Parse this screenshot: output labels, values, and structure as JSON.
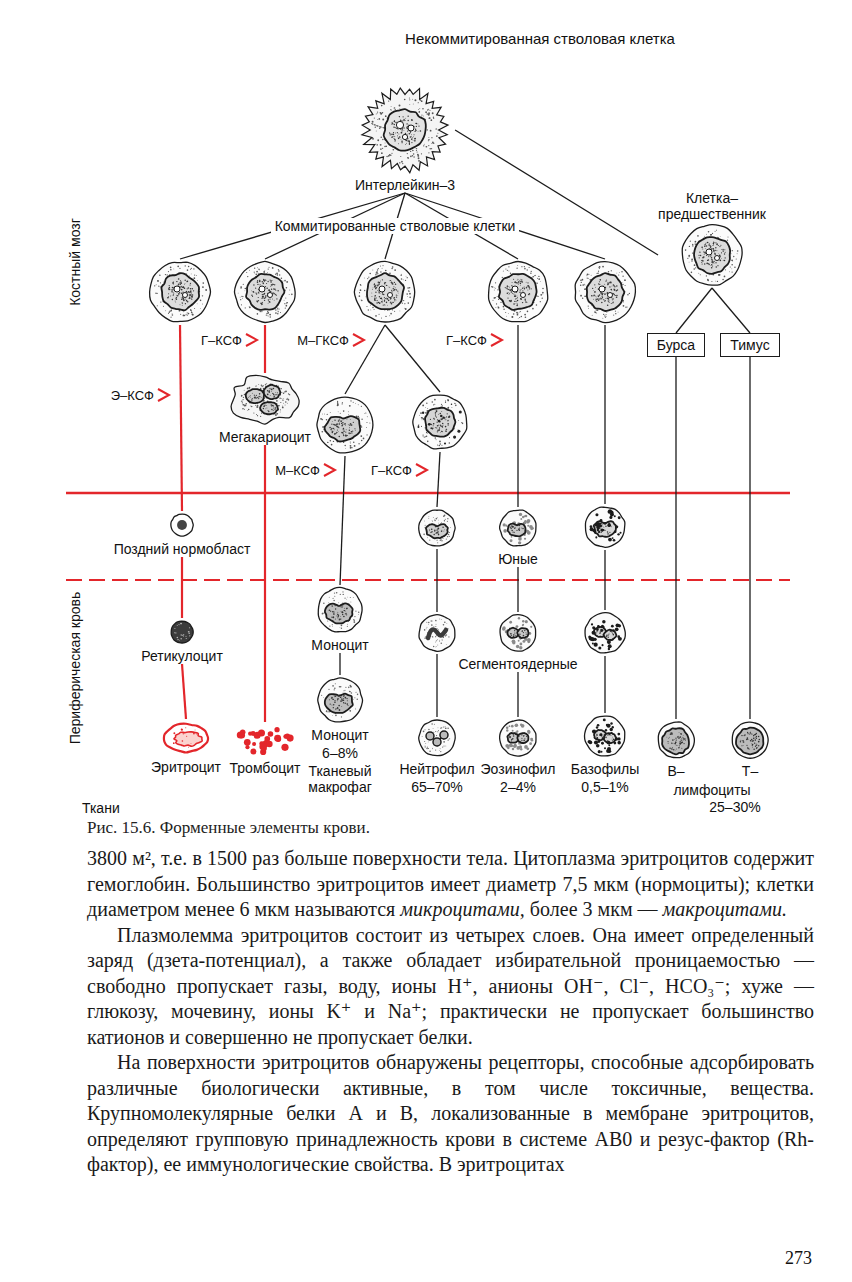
{
  "diagram": {
    "caption": "Рис. 15.6. Форменные элементы крови.",
    "nodes": [
      {
        "text": [
          "Интерлейкин–3"
        ]
      },
      {
        "text": []
      },
      {
        "text": []
      },
      {
        "text": []
      },
      {
        "text": []
      },
      {
        "text": []
      },
      {
        "text": [
          "Клетка– предшественник"
        ]
      },
      {
        "text": [
          "Бурса"
        ]
      },
      {
        "text": [
          "Тимус"
        ]
      },
      {
        "text": [
          "Мегакариоцит"
        ]
      },
      {
        "text": []
      },
      {
        "text": []
      },
      {
        "text": [
          "Поздний нормобласт"
        ]
      },
      {
        "text": []
      },
      {
        "text": [
          "Юные"
        ]
      },
      {
        "text": []
      },
      {
        "text": [
          "Ретикулоцит"
        ]
      },
      {
        "text": [
          "Моноцит"
        ]
      },
      {
        "text": []
      },
      {
        "text": [
          "Сегментоядерные"
        ]
      },
      {
        "text": []
      },
      {
        "text": [
          "Эритроцит"
        ]
      },
      {
        "text": [
          "Тромбоцит"
        ]
      },
      {
        "text": [
          "Моноцит",
          "6–8%",
          "Тканевый макрофаг"
        ]
      },
      {
        "text": [
          "Нейтрофил",
          "65–70%"
        ]
      },
      {
        "text": [
          "Эозинофил",
          "2–4%"
        ]
      },
      {
        "text": [
          "Базофилы",
          "0,5–1%"
        ]
      },
      {
        "text": [
          "В–"
        ]
      },
      {
        "text": [
          "Т–"
        ]
      }
    ],
    "edges": [
      {
        "from": 0,
        "to": 1,
        "arrow": "none"
      },
      {
        "from": 0,
        "to": 2,
        "arrow": "none"
      },
      {
        "from": 0,
        "to": 3,
        "arrow": "none"
      },
      {
        "from": 0,
        "to": 4,
        "arrow": "none"
      },
      {
        "from": 0,
        "to": 5,
        "arrow": "none"
      },
      {
        "from": 0,
        "to": 6,
        "arrow": "none"
      },
      {
        "from": 6,
        "to": 7,
        "arrow": "none"
      },
      {
        "from": 6,
        "to": 8,
        "arrow": "none"
      },
      {
        "from": 1,
        "to": 12,
        "arrow": "none"
      },
      {
        "from": 2,
        "to": 9,
        "arrow": "none"
      },
      {
        "from": 3,
        "to": 10,
        "arrow": "none"
      },
      {
        "from": 3,
        "to": 11,
        "arrow": "none"
      },
      {
        "from": 4,
        "to": 14,
        "arrow": "none"
      },
      {
        "from": 5,
        "to": 15,
        "arrow": "none"
      },
      {
        "from": 9,
        "to": 22,
        "arrow": "none"
      },
      {
        "from": 10,
        "to": 17,
        "arrow": "none"
      },
      {
        "from": 11,
        "to": 13,
        "arrow": "none"
      },
      {
        "from": 12,
        "to": 16,
        "arrow": "none"
      },
      {
        "from": 13,
        "to": 18,
        "arrow": "none"
      },
      {
        "from": 14,
        "to": 19,
        "arrow": "none"
      },
      {
        "from": 15,
        "to": 20,
        "arrow": "none"
      },
      {
        "from": 16,
        "to": 21,
        "arrow": "none"
      },
      {
        "from": 17,
        "to": 23,
        "arrow": "none"
      },
      {
        "from": 18,
        "to": 24,
        "arrow": "none"
      },
      {
        "from": 19,
        "to": 25,
        "arrow": "none"
      },
      {
        "from": 20,
        "to": 26,
        "arrow": "none"
      },
      {
        "from": 7,
        "to": 27,
        "arrow": "none"
      },
      {
        "from": 8,
        "to": 28,
        "arrow": "none"
      }
    ],
    "labels": [
      "Некоммитированная стволовая клетка",
      "Коммитированные стволовые клетки",
      "Костный мозг",
      "Э–КСФ",
      "Г–КСФ",
      "М–ГКСФ",
      "Г–КСФ",
      "М–КСФ",
      "Г–КСФ",
      "Периферическая кровь",
      "лимфоциты",
      "25–30%",
      "Ткани",
      "3800 м², т.е. в 1500 раз больше поверхности тела. Цитоплазма эритроцитов содержит гемоглобин. Большинство эритроцитов имеет диаметр 7,5 мкм (нормоциты); клетки диаметром менее 6 мкм называются",
      "микроцитами,",
      "более 3 мкм —",
      "макроцитами.",
      "Плазмолемма эритроцитов состоит из четырех слоев. Она имеет определенный заряд (дзета-потенциал), а также обладает избирательной проницаемостью — свободно пропускает газы, воду, ионы H⁺, анионы OH⁻, Cl⁻, HCO₃⁻; хуже — глюкозу, мочевину, ионы K⁺ и Na⁺; практически не пропускает большинство катионов и совершенно не пропускает белки.",
      "На поверхности эритроцитов обнаружены рецепторы, способные адсорбировать различные биологически активные, в том числе токсичные, вещества. Крупномолекулярные белки А и В, локализованные в мембране эритроцитов, определяют групповую принадлежность крови в системе АВ0 и резус-фактор (Rh-фактор), ее иммунологические свойства. В эритроцитах",
      "273"
    ]
  }
}
